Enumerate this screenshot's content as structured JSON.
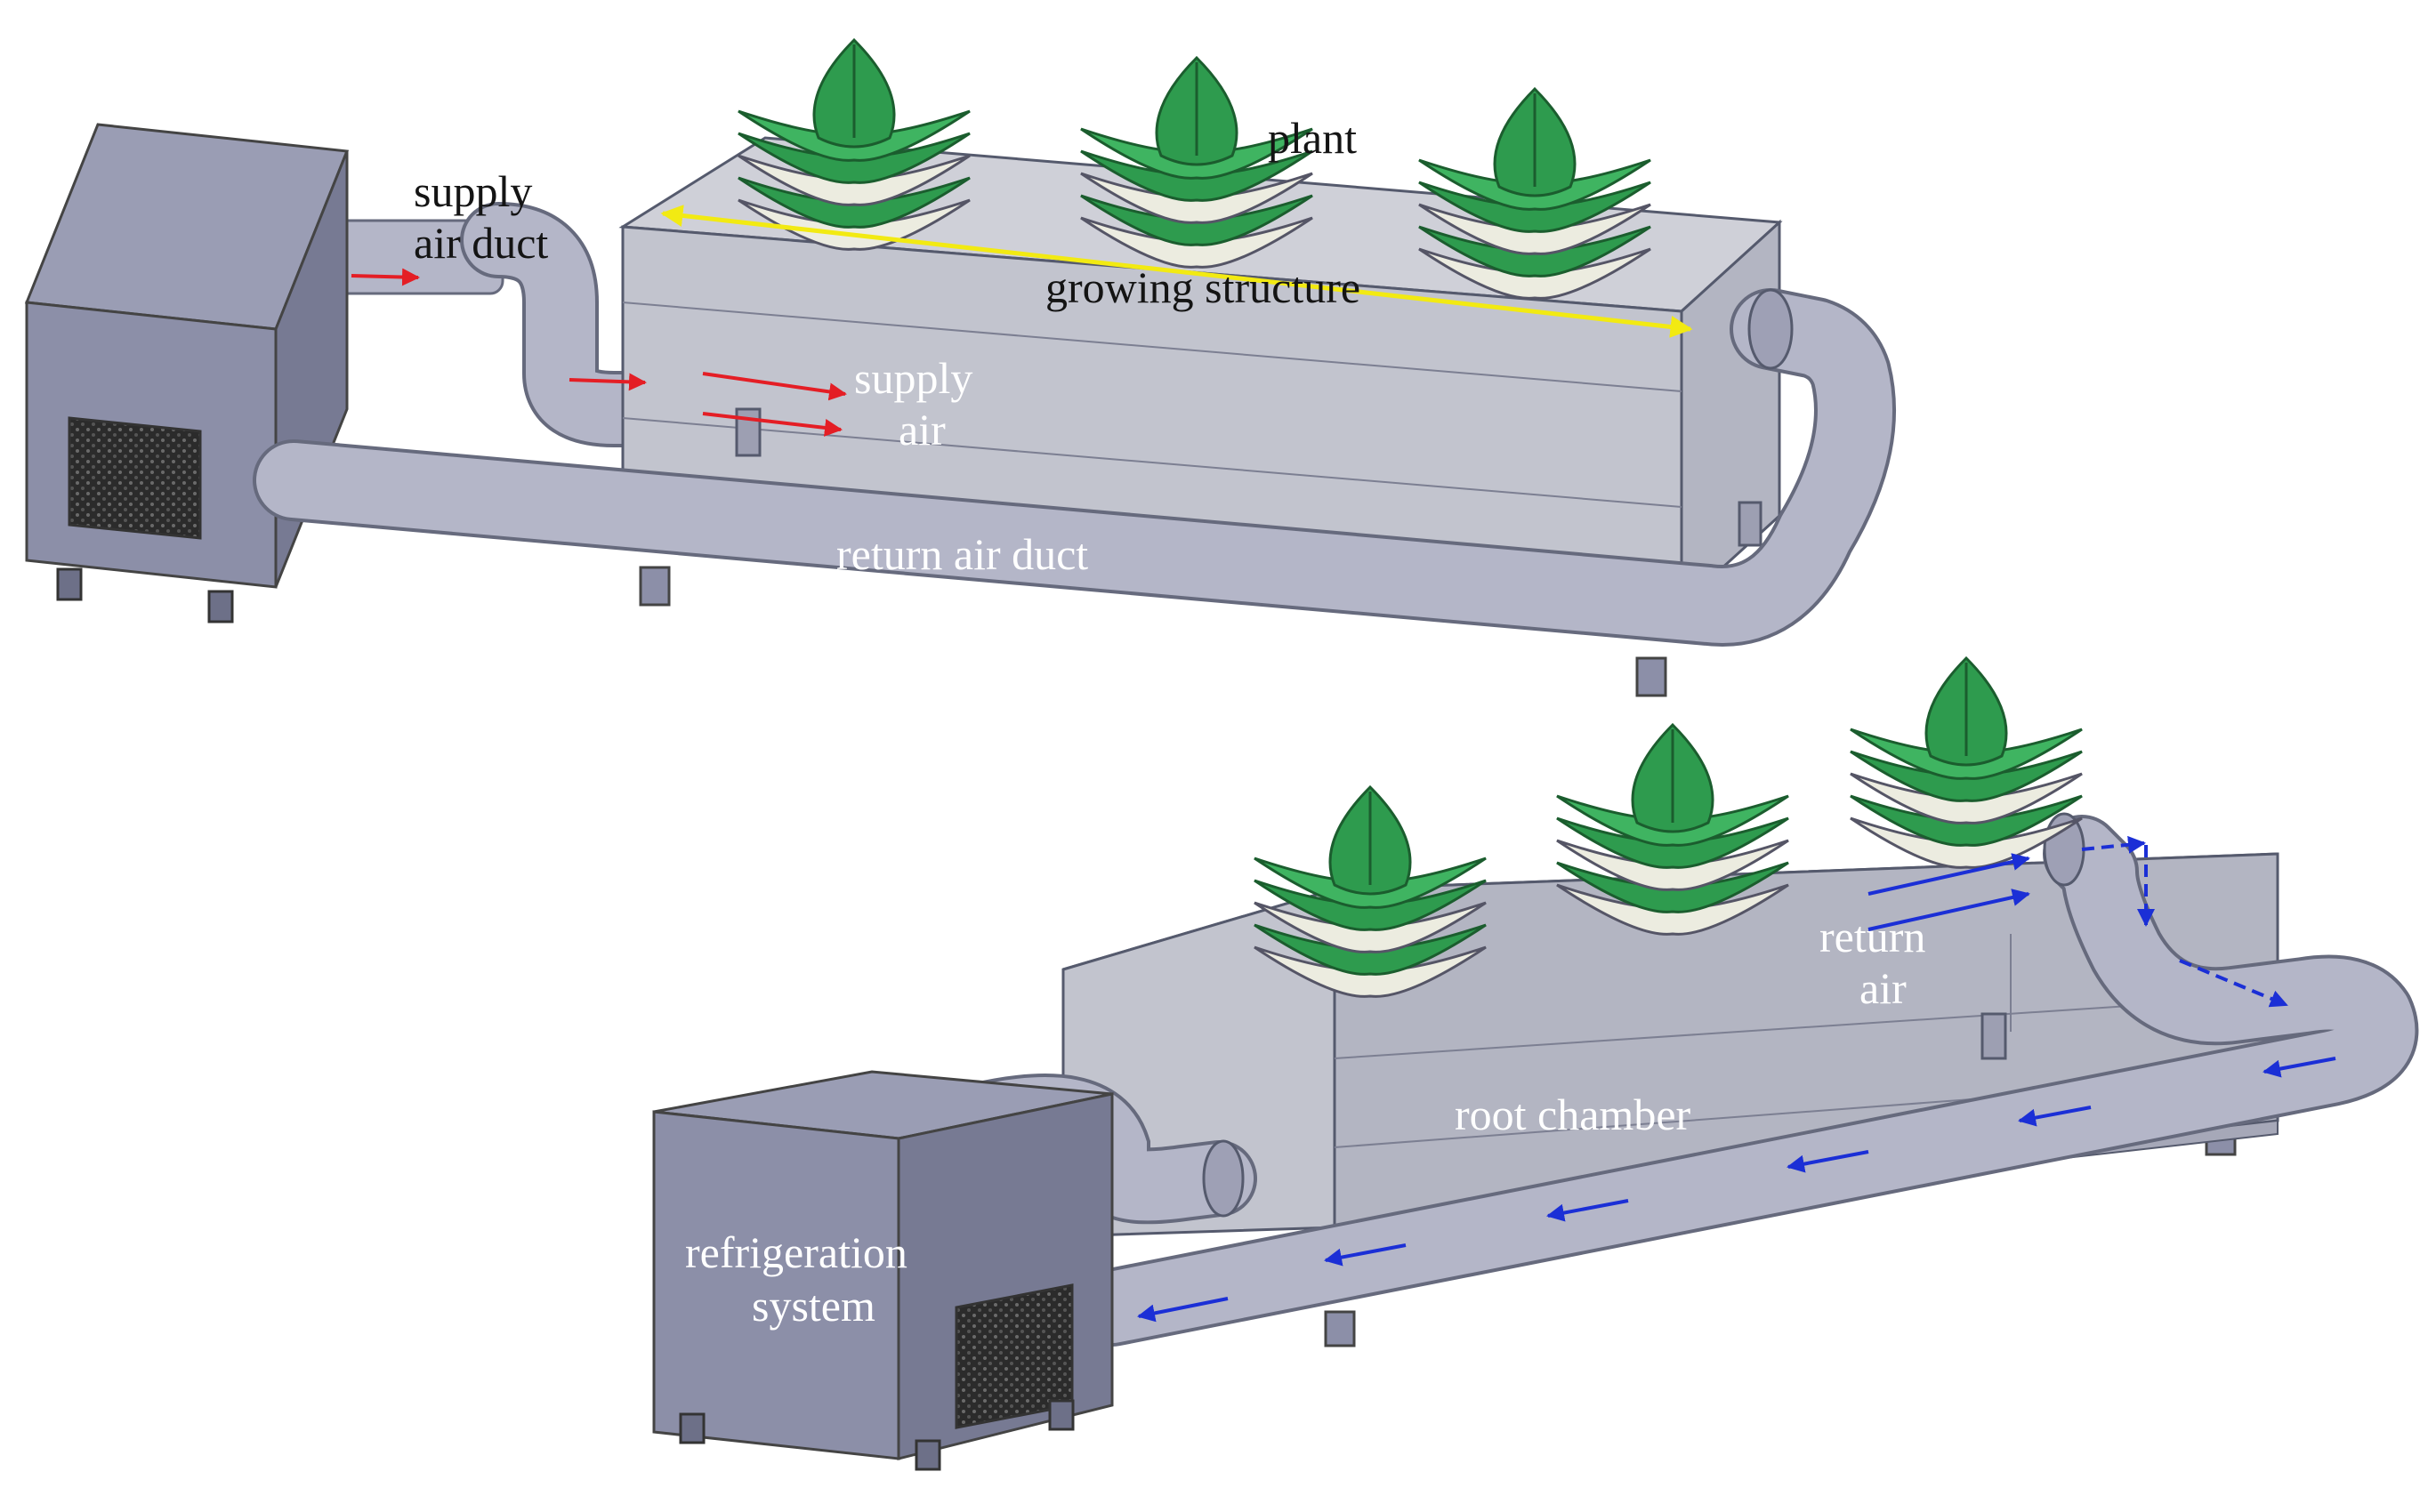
{
  "labels": {
    "plant": "plant",
    "supply_air_duct_1": "supply",
    "supply_air_duct_2": "air duct",
    "growing_structure": "growing structure",
    "supply_air_1": "supply",
    "supply_air_2": "air",
    "return_air_duct": "return air duct",
    "return_air_1": "return",
    "return_air_2": "air",
    "root_chamber": "root chamber",
    "refrigeration_system_1": "refrigeration",
    "refrigeration_system_2": "system"
  },
  "colors": {
    "background": "#ffffff",
    "equipment": "#8c8fa8",
    "chamber": "#c9cad4",
    "duct": "#b4b6c8",
    "leaf": "#2e9b4e",
    "supply_arrow": "#e41e25",
    "return_arrow": "#1b2fd6",
    "dimension_arrow": "#f2ea12"
  }
}
